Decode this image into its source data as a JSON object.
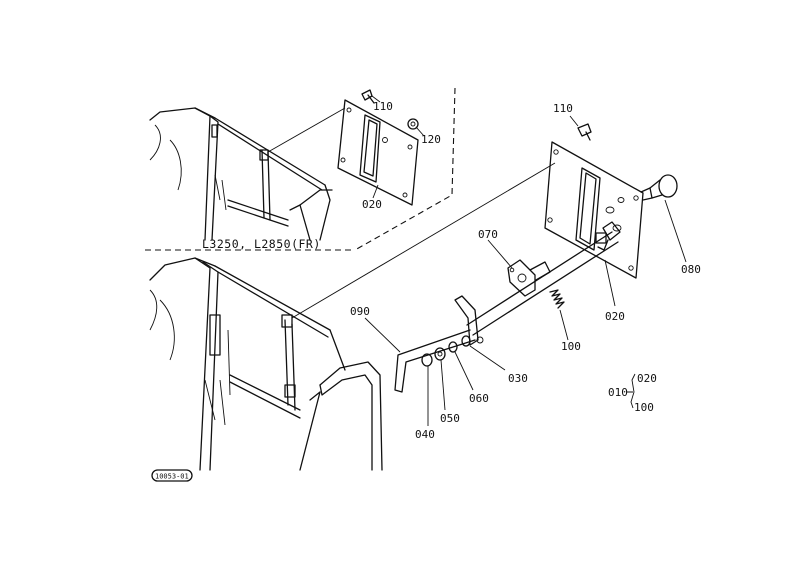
{
  "diagram": {
    "inset_caption": "L3250, L2850(FR)",
    "drawing_ref": "10053-01",
    "legend": {
      "main": "010",
      "a": "020",
      "b": "100"
    },
    "labels": {
      "p110_inset": "110",
      "p120_inset": "120",
      "p020_inset": "020",
      "p110_main": "110",
      "p070": "070",
      "p080": "080",
      "p020_main": "020",
      "p090": "090",
      "p100": "100",
      "p030": "030",
      "p060": "060",
      "p050": "050",
      "p040": "040"
    }
  }
}
